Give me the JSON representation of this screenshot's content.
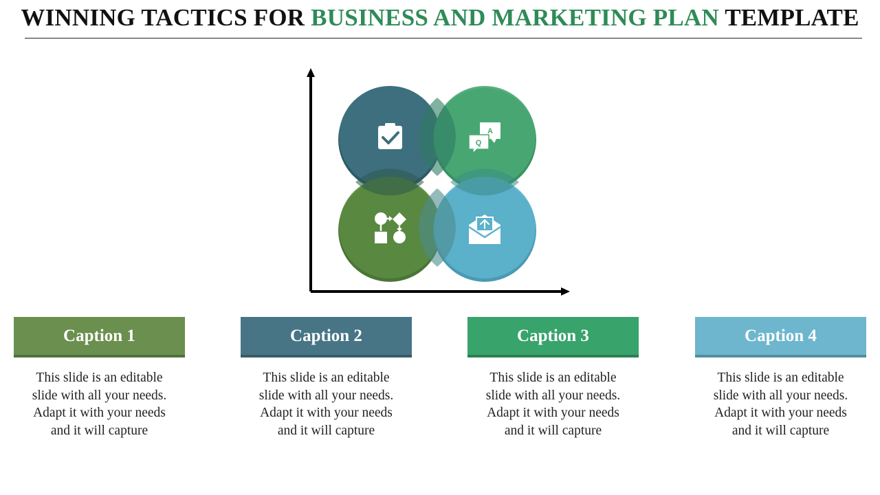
{
  "title": {
    "part1": "WINNING TACTICS FOR ",
    "part2": "BUSINESS AND MARKETING PLAN",
    "part3": " TEMPLATE"
  },
  "colors": {
    "accent": "#2e8b57",
    "teal": "#3d6f7e",
    "green": "#4aa874",
    "olive": "#5a8a42",
    "blue": "#5db2cc"
  },
  "quadrants": [
    {
      "icon": "clipboard-check-icon",
      "color": "#3d6f7e"
    },
    {
      "icon": "question-answer-icon",
      "color": "#4aa874"
    },
    {
      "icon": "flowchart-icon",
      "color": "#5a8a42"
    },
    {
      "icon": "envelope-upload-icon",
      "color": "#5db2cc"
    }
  ],
  "qa": {
    "q": "Q",
    "a": "A"
  },
  "captions": [
    {
      "label": "Caption 1",
      "color": "#6a8f4e",
      "text": "This slide is an editable slide with all your needs. Adapt it with your needs and it will capture"
    },
    {
      "label": "Caption 2",
      "color": "#477585",
      "text": "This slide is an editable slide with all your needs. Adapt it with your needs and it will capture"
    },
    {
      "label": "Caption 3",
      "color": "#38a36b",
      "text": "This slide is an editable slide with all your needs. Adapt it with your needs and it will capture"
    },
    {
      "label": "Caption 4",
      "color": "#6db6cd",
      "text": "This slide is an editable slide with all your needs. Adapt it with your needs and it will capture"
    }
  ]
}
